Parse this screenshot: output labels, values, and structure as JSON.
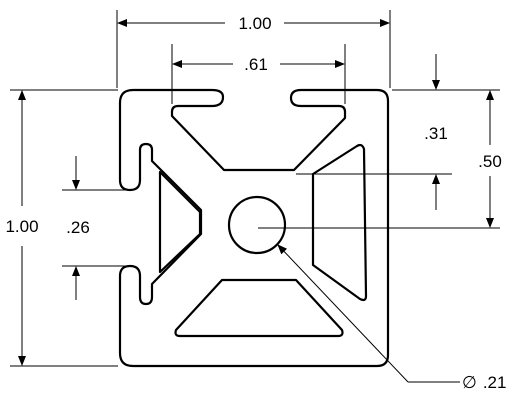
{
  "drawing": {
    "dimensions": {
      "overall_width": "1.00",
      "slot_width": ".61",
      "overall_height": "1.00",
      "slot_opening": ".26",
      "slot_depth": ".31",
      "half_height": ".50",
      "center_hole": ".21",
      "diameter_symbol": "∅"
    },
    "colors": {
      "line": "#000000",
      "background": "#ffffff"
    }
  }
}
